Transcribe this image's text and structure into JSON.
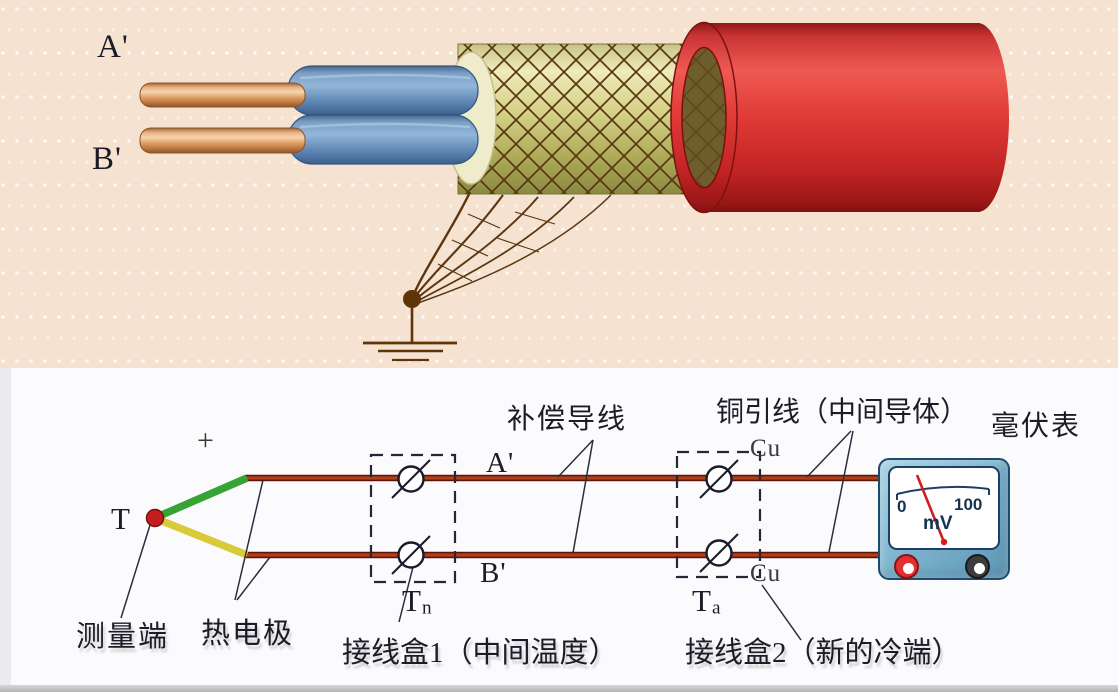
{
  "top_illustration": {
    "wire_a_label": "A'",
    "wire_b_label": "B'"
  },
  "circuit": {
    "plus_sign": "+",
    "hot_junction_label": "T",
    "wire_a_label": "A'",
    "wire_b_label": "B'",
    "cu_top_label": "Cu",
    "cu_bottom_label": "Cu",
    "tn_main": "T",
    "tn_sub": "n",
    "ta_main": "T",
    "ta_sub": "a",
    "captions": {
      "measuring_end": "测量端",
      "thermo_electrodes": "热电极",
      "compensation_wire": "补偿导线",
      "copper_lead": "铜引线（中间导体）",
      "millivoltmeter": "毫伏表",
      "junction_box1": "接线盒1（中间温度）",
      "junction_box2": "接线盒2（新的冷端）"
    },
    "meter": {
      "scale_min": "0",
      "scale_max": "100",
      "unit": "mV"
    }
  },
  "colors": {
    "top_background": "#f5e2d0",
    "jacket_red": "#d83535",
    "braid_yellow": "#d3cf82",
    "insulation_blue": "#6d93bd",
    "conductor_copper": "#d99a64",
    "wire_rust": "#a33414",
    "electrode_green": "#35a435",
    "electrode_yellow": "#d9ca39",
    "junction_dot_red": "#c41e1e",
    "meter_body_blue": "#7fb5cf"
  }
}
